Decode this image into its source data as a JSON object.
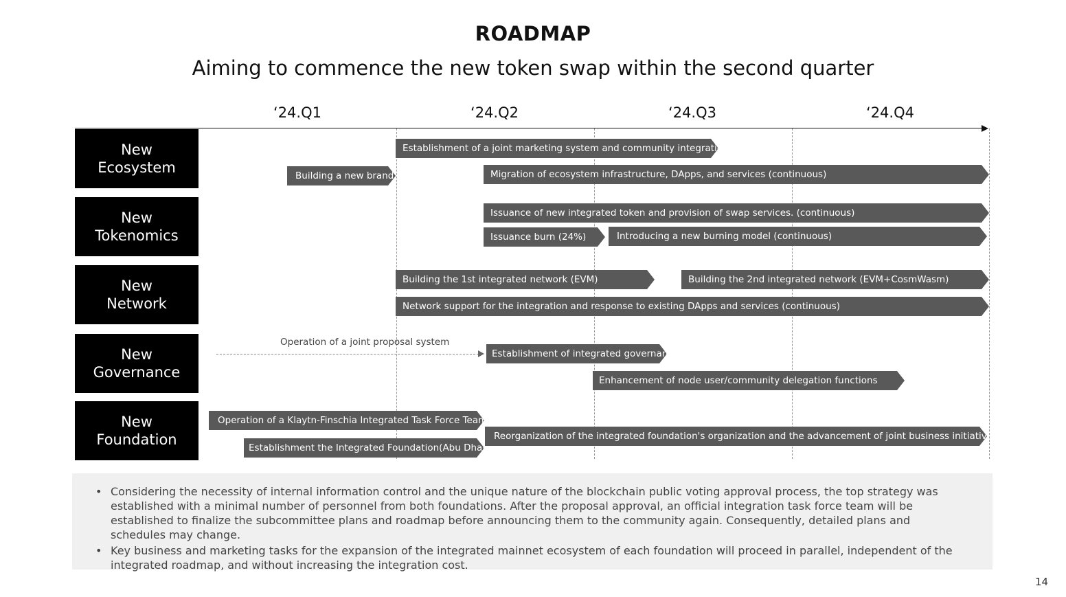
{
  "title": "ROADMAP",
  "subtitle": "Aiming to commence the new token swap within the second quarter",
  "quarters": [
    "‘24.Q1",
    "‘24.Q2",
    "‘24.Q3",
    "‘24.Q4"
  ],
  "categories": [
    "New\nEcosystem",
    "New\nTokenomics",
    "New\nNetwork",
    "New\nGovernance",
    "New\nFoundation"
  ],
  "tasks": [
    "Establishment of a joint marketing system and community integration",
    "Building a new brand",
    "Migration of ecosystem infrastructure, DApps, and services (continuous)",
    "Issuance of new integrated token and provision of swap services. (continuous)",
    "Issuance burn (24%)",
    "Introducing a new burning model (continuous)",
    "Building the 1st integrated network (EVM)",
    "Building the 2nd integrated network (EVM+CosmWasm)",
    "Network support for the integration and response to existing DApps and services (continuous)",
    "Establishment of integrated governance",
    "Enhancement of node user/community delegation functions",
    "Operation of a Klaytn-Finschia Integrated Task Force Team",
    "Reorganization of the integrated foundation's organization and the advancement of joint business initiatives",
    "Establishment the Integrated Foundation(Abu Dhabi)"
  ],
  "dashed_task": "Operation of a joint proposal system",
  "notes": [
    "Considering the necessity of internal information control and the unique nature of the blockchain public voting approval process, the top strategy was established with a minimal number of personnel from both foundations. After the proposal approval, an official integration task force team will be established to finalize the subcommittee plans and roadmap before announcing them to the community again. Consequently, detailed plans and schedules may change.",
    "Key business and marketing tasks for the expansion of the integrated mainnet ecosystem of each foundation will proceed in parallel, independent of the integrated roadmap, and without increasing the integration cost."
  ],
  "page_number": "14",
  "colors": {
    "bar": "#595959",
    "category": "#000000",
    "notes_bg": "#f0f0f0"
  }
}
